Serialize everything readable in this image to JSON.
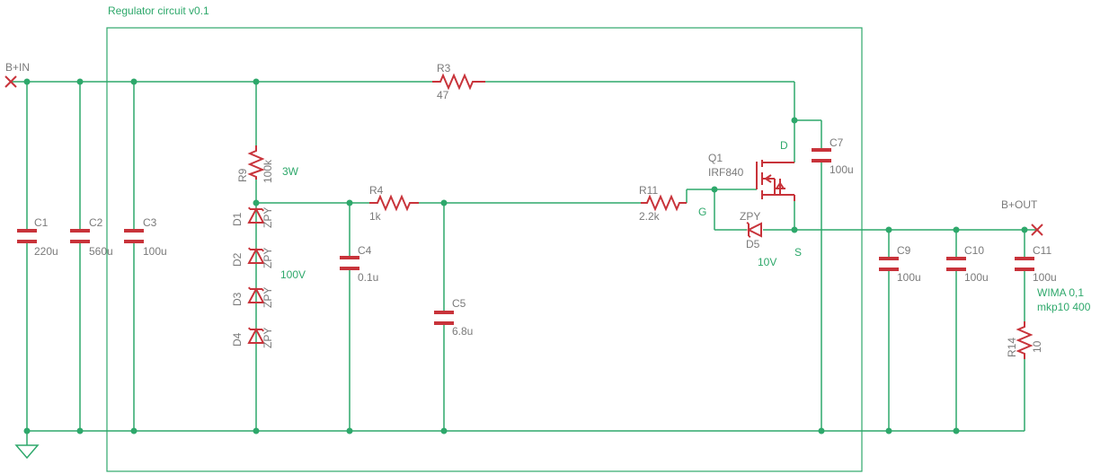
{
  "title": "Regulator circuit v0.1",
  "nets": {
    "in": "B+IN",
    "out": "B+OUT"
  },
  "components": {
    "C1": {
      "ref": "C1",
      "value": "220u"
    },
    "C2": {
      "ref": "C2",
      "value": "560u"
    },
    "C3": {
      "ref": "C3",
      "value": "100u"
    },
    "C4": {
      "ref": "C4",
      "value": "0.1u"
    },
    "C5": {
      "ref": "C5",
      "value": "6.8u"
    },
    "C7": {
      "ref": "C7",
      "value": "100u"
    },
    "C9": {
      "ref": "C9",
      "value": "100u"
    },
    "C10": {
      "ref": "C10",
      "value": "100u"
    },
    "C11": {
      "ref": "C11",
      "value": "100u"
    },
    "R3": {
      "ref": "R3",
      "value": "47"
    },
    "R4": {
      "ref": "R4",
      "value": "1k"
    },
    "R9": {
      "ref": "R9",
      "value": "100k"
    },
    "R11": {
      "ref": "R11",
      "value": "2.2k"
    },
    "R14": {
      "ref": "R14",
      "value": "10"
    },
    "D1": {
      "ref": "D1",
      "value": "ZPY"
    },
    "D2": {
      "ref": "D2",
      "value": "ZPY"
    },
    "D3": {
      "ref": "D3",
      "value": "ZPY"
    },
    "D4": {
      "ref": "D4",
      "value": "ZPY"
    },
    "D5": {
      "ref": "D5",
      "value": "ZPY"
    },
    "Q1": {
      "ref": "Q1",
      "value": "IRF840"
    }
  },
  "notes": {
    "r9_power": "3W",
    "zener_string": "100V",
    "d5_voltage": "10V",
    "c11_line1": "WIMA 0,1",
    "c11_line2": "mkp10 400",
    "pin_d": "D",
    "pin_g": "G",
    "pin_s": "S"
  }
}
